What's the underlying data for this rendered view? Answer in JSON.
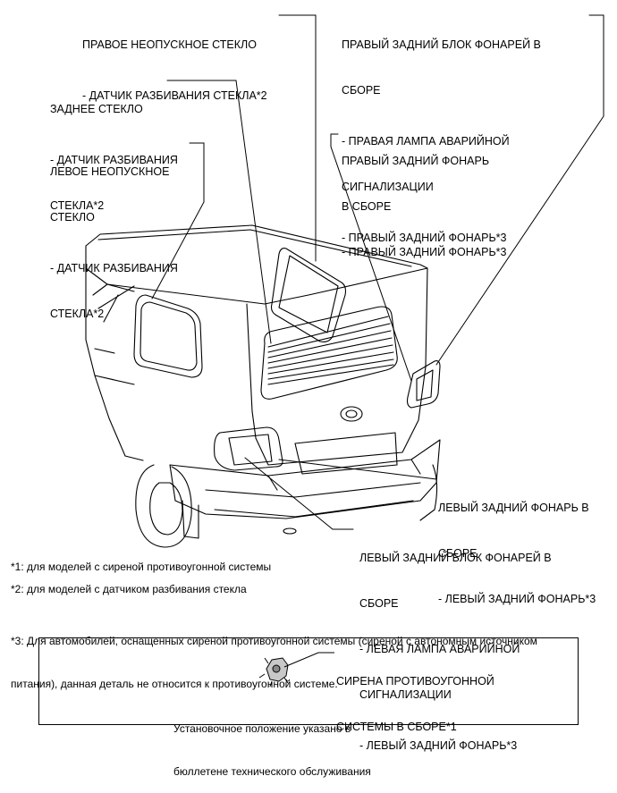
{
  "labels": {
    "right_quarter_glass": {
      "title": "ПРАВОЕ НЕОПУСКНОЕ СТЕКЛО",
      "item1": "- ДАТЧИК РАЗБИВАНИЯ СТЕКЛА*2"
    },
    "right_rear_combo": {
      "title_line1": "ПРАВЫЙ ЗАДНИЙ БЛОК ФОНАРЕЙ В",
      "title_line2": "СБОРЕ",
      "item1_line1": "- ПРАВАЯ ЛАМПА АВАРИЙНОЙ",
      "item1_line2": "СИГНАЛИЗАЦИИ",
      "item2": "- ПРАВЫЙ ЗАДНИЙ ФОНАРЬ*3"
    },
    "back_glass": {
      "title": "ЗАДНЕЕ СТЕКЛО",
      "item1_line1": "- ДАТЧИК РАЗБИВАНИЯ",
      "item1_line2": "СТЕКЛА*2"
    },
    "right_rear_lamp": {
      "title_line1": "ПРАВЫЙ ЗАДНИЙ ФОНАРЬ",
      "title_line2": "В СБОРЕ",
      "item1": "- ПРАВЫЙ ЗАДНИЙ ФОНАРЬ*3"
    },
    "left_quarter_glass": {
      "title_line1": "ЛЕВОЕ НЕОПУСКНОЕ",
      "title_line2": "СТЕКЛО",
      "item1_line1": "- ДАТЧИК РАЗБИВАНИЯ",
      "item1_line2": "СТЕКЛА*2"
    },
    "left_rear_lamp": {
      "title_line1": "ЛЕВЫЙ ЗАДНИЙ ФОНАРЬ В",
      "title_line2": "СБОРЕ",
      "item1": "- ЛЕВЫЙ ЗАДНИЙ ФОНАРЬ*3"
    },
    "left_rear_combo": {
      "title_line1": "ЛЕВЫЙ ЗАДНИЙ БЛОК ФОНАРЕЙ В",
      "title_line2": "СБОРЕ",
      "item1_line1": "- ЛЕВАЯ ЛАМПА АВАРИЙНОЙ",
      "item1_line2": "СИГНАЛИЗАЦИИ",
      "item2": "- ЛЕВЫЙ ЗАДНИЙ ФОНАРЬ*3"
    }
  },
  "footnotes": {
    "note1": "*1: для моделей с сиреной противоугонной системы",
    "note2": "*2: для моделей с датчиком разбивания стекла",
    "note3_line1": "*3: Для автомобилей, оснащенных сиреной противоугонной системы (сиреной с автономным источником",
    "note3_line2": "питания), данная деталь не относится к противоугонной системе."
  },
  "inset": {
    "siren_line1": "СИРЕНА ПРОТИВОУГОННОЙ",
    "siren_line2": "СИСТЕМЫ В СБОРЕ*1",
    "position_line1": "Установочное положение указано в",
    "position_line2": "бюллетене технического обслуживания"
  }
}
